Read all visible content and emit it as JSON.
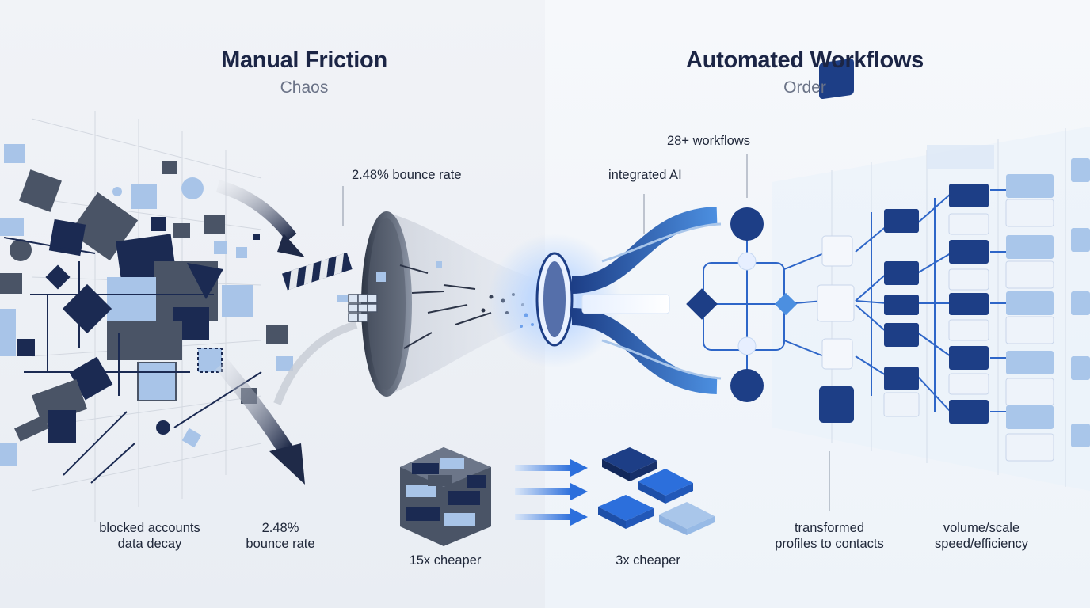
{
  "left": {
    "title": "Manual Friction",
    "subtitle": "Chaos",
    "label_bounce_top": "2.48% bounce rate",
    "label_blocked_1": "blocked accounts",
    "label_blocked_2": "data decay",
    "label_bounce_bottom_1": "2.48%",
    "label_bounce_bottom_2": "bounce rate",
    "label_cheaper": "15x cheaper"
  },
  "right": {
    "title": "Automated Workflows",
    "subtitle": "Order",
    "label_workflows": "28+ workflows",
    "label_ai": "integrated AI",
    "label_transformed_1": "transformed",
    "label_transformed_2": "profiles to contacts",
    "label_volume_1": "volume/scale",
    "label_volume_2": "speed/efficiency",
    "label_cheaper": "3x cheaper"
  },
  "colors": {
    "navy": "#1b2a52",
    "slate": "#4a5466",
    "blue": "#2f6fd6",
    "light_blue": "#a9c6ea",
    "bg_left": "#eef1f5",
    "bg_right": "#f4f7fb"
  },
  "icons": [
    "chaos-shapes",
    "funnel",
    "glowing-nozzle",
    "workflow-nodes",
    "data-cards",
    "cube-stack",
    "tiles"
  ]
}
